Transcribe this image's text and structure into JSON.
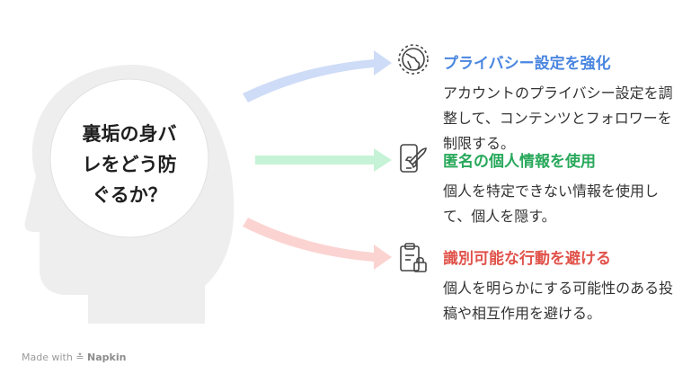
{
  "center": {
    "lines": [
      "裏垢の身バ",
      "レをどう防",
      "ぐるか？"
    ]
  },
  "items": [
    {
      "title": "プライバシー設定を強化",
      "desc": "アカウントのプライバシー設定を調整して、コンテンツとフォロワーを制限する。",
      "icon": "globe-icon",
      "title_color": "#4a86e0",
      "arrow_color": "#cfdcf7"
    },
    {
      "title": "匿名の個人情報を使用",
      "desc": "個人を特定できない情報を使用して、個人を隠す。",
      "icon": "phone-rocket-icon",
      "title_color": "#27a85a",
      "arrow_color": "#c6f3d7"
    },
    {
      "title": "識別可能な行動を避ける",
      "desc": "個人を明らかにする可能性のある投稿や相互作用を避ける。",
      "icon": "clipboard-lock-icon",
      "title_color": "#e0524a",
      "arrow_color": "#fbd4d2"
    }
  ],
  "footer": {
    "made_with": "Made with",
    "brand": "Napkin"
  }
}
